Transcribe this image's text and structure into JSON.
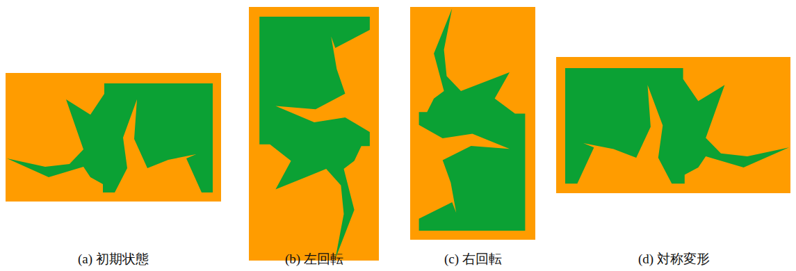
{
  "diagram": {
    "labels": [
      "(a) 初期状態",
      "(b) 左回転",
      "(c) 右回転",
      "(d) 対称変形"
    ]
  }
}
